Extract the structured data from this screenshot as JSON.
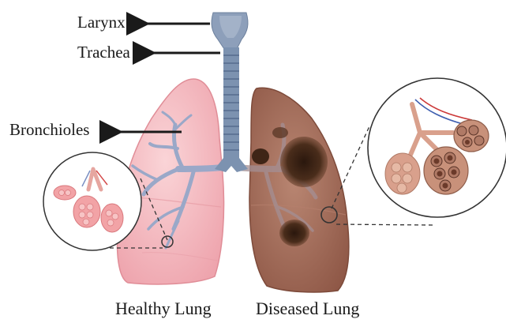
{
  "labels": {
    "larynx": "Larynx",
    "trachea": "Trachea",
    "bronchioles": "Bronchioles",
    "healthy_lung": "Healthy Lung",
    "diseased_lung": "Diseased Lung"
  },
  "colors": {
    "healthy_lung_fill": "#f4b9bf",
    "healthy_lung_edge": "#e08d97",
    "diseased_lung_fill": "#a9705e",
    "diseased_lung_edge": "#7d4a3a",
    "lesion": "#3a2416",
    "trachea": "#7c92b0",
    "bronchi": "#9aa8c8",
    "alveoli_healthy": "#f2a3a6",
    "alveoli_diseased": "#c8917a",
    "arrow": "#1a1a1a"
  }
}
